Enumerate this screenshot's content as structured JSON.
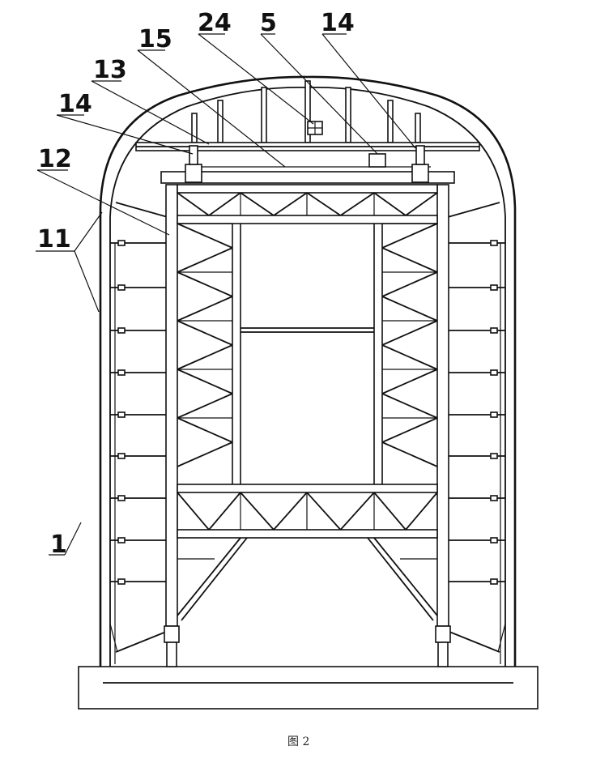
{
  "labels": {
    "l24": "24",
    "l5": "5",
    "l14_right": "14",
    "l15": "15",
    "l13": "13",
    "l14_left": "14",
    "l12": "12",
    "l11": "11",
    "l1": "1"
  },
  "caption": "图 2"
}
